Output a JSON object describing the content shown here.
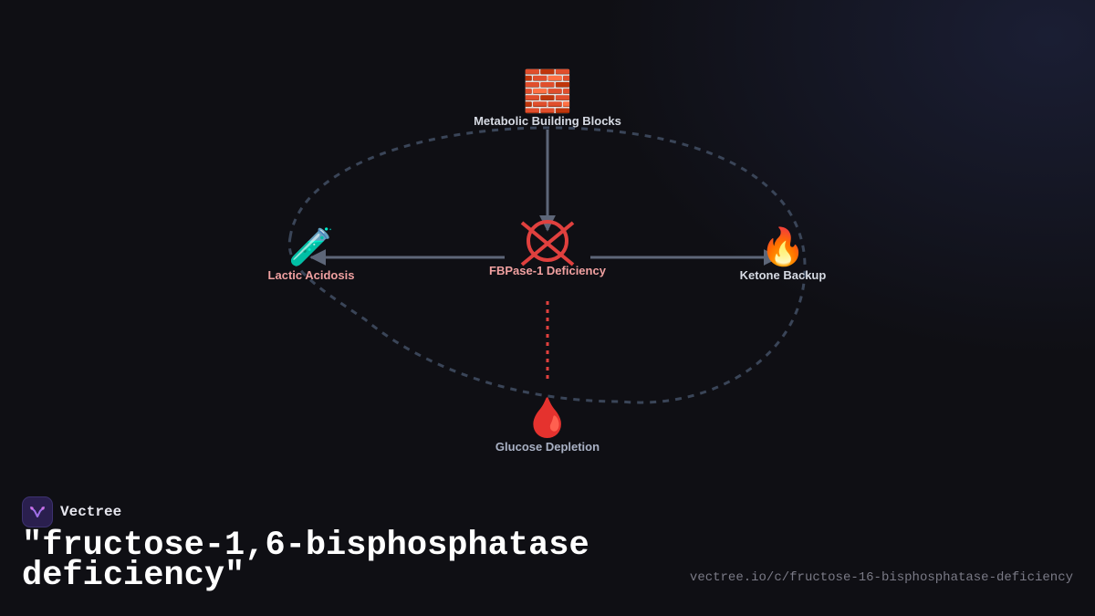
{
  "diagram": {
    "nodes": {
      "top": {
        "icon": "brick-icon",
        "glyph": "🧱",
        "label": "Metabolic Building Blocks",
        "color": "#d6dae3"
      },
      "left": {
        "icon": "test-tube-icon",
        "glyph": "🧪",
        "label": "Lactic Acidosis",
        "color": "#f0a0a0"
      },
      "center": {
        "icon": "blocked-icon",
        "label": "FBPase-1 Deficiency",
        "color": "#f0a0a0"
      },
      "right": {
        "icon": "fire-icon",
        "glyph": "🔥",
        "label": "Ketone Backup",
        "color": "#d6dae3"
      },
      "bottom": {
        "icon": "blood-drop-icon",
        "glyph": "🩸",
        "label": "Glucose Depletion",
        "color": "#a9b1c4"
      }
    },
    "colors": {
      "edge": "#5d6678",
      "cycle": "#3a4558",
      "blocked": "#e0403e"
    }
  },
  "brand": {
    "name": "Vectree",
    "logo_icon": "vectree-logo-icon"
  },
  "title": "\"fructose-1,6-bisphosphatase deficiency\"",
  "url": "vectree.io/c/fructose-16-bisphosphatase-deficiency"
}
